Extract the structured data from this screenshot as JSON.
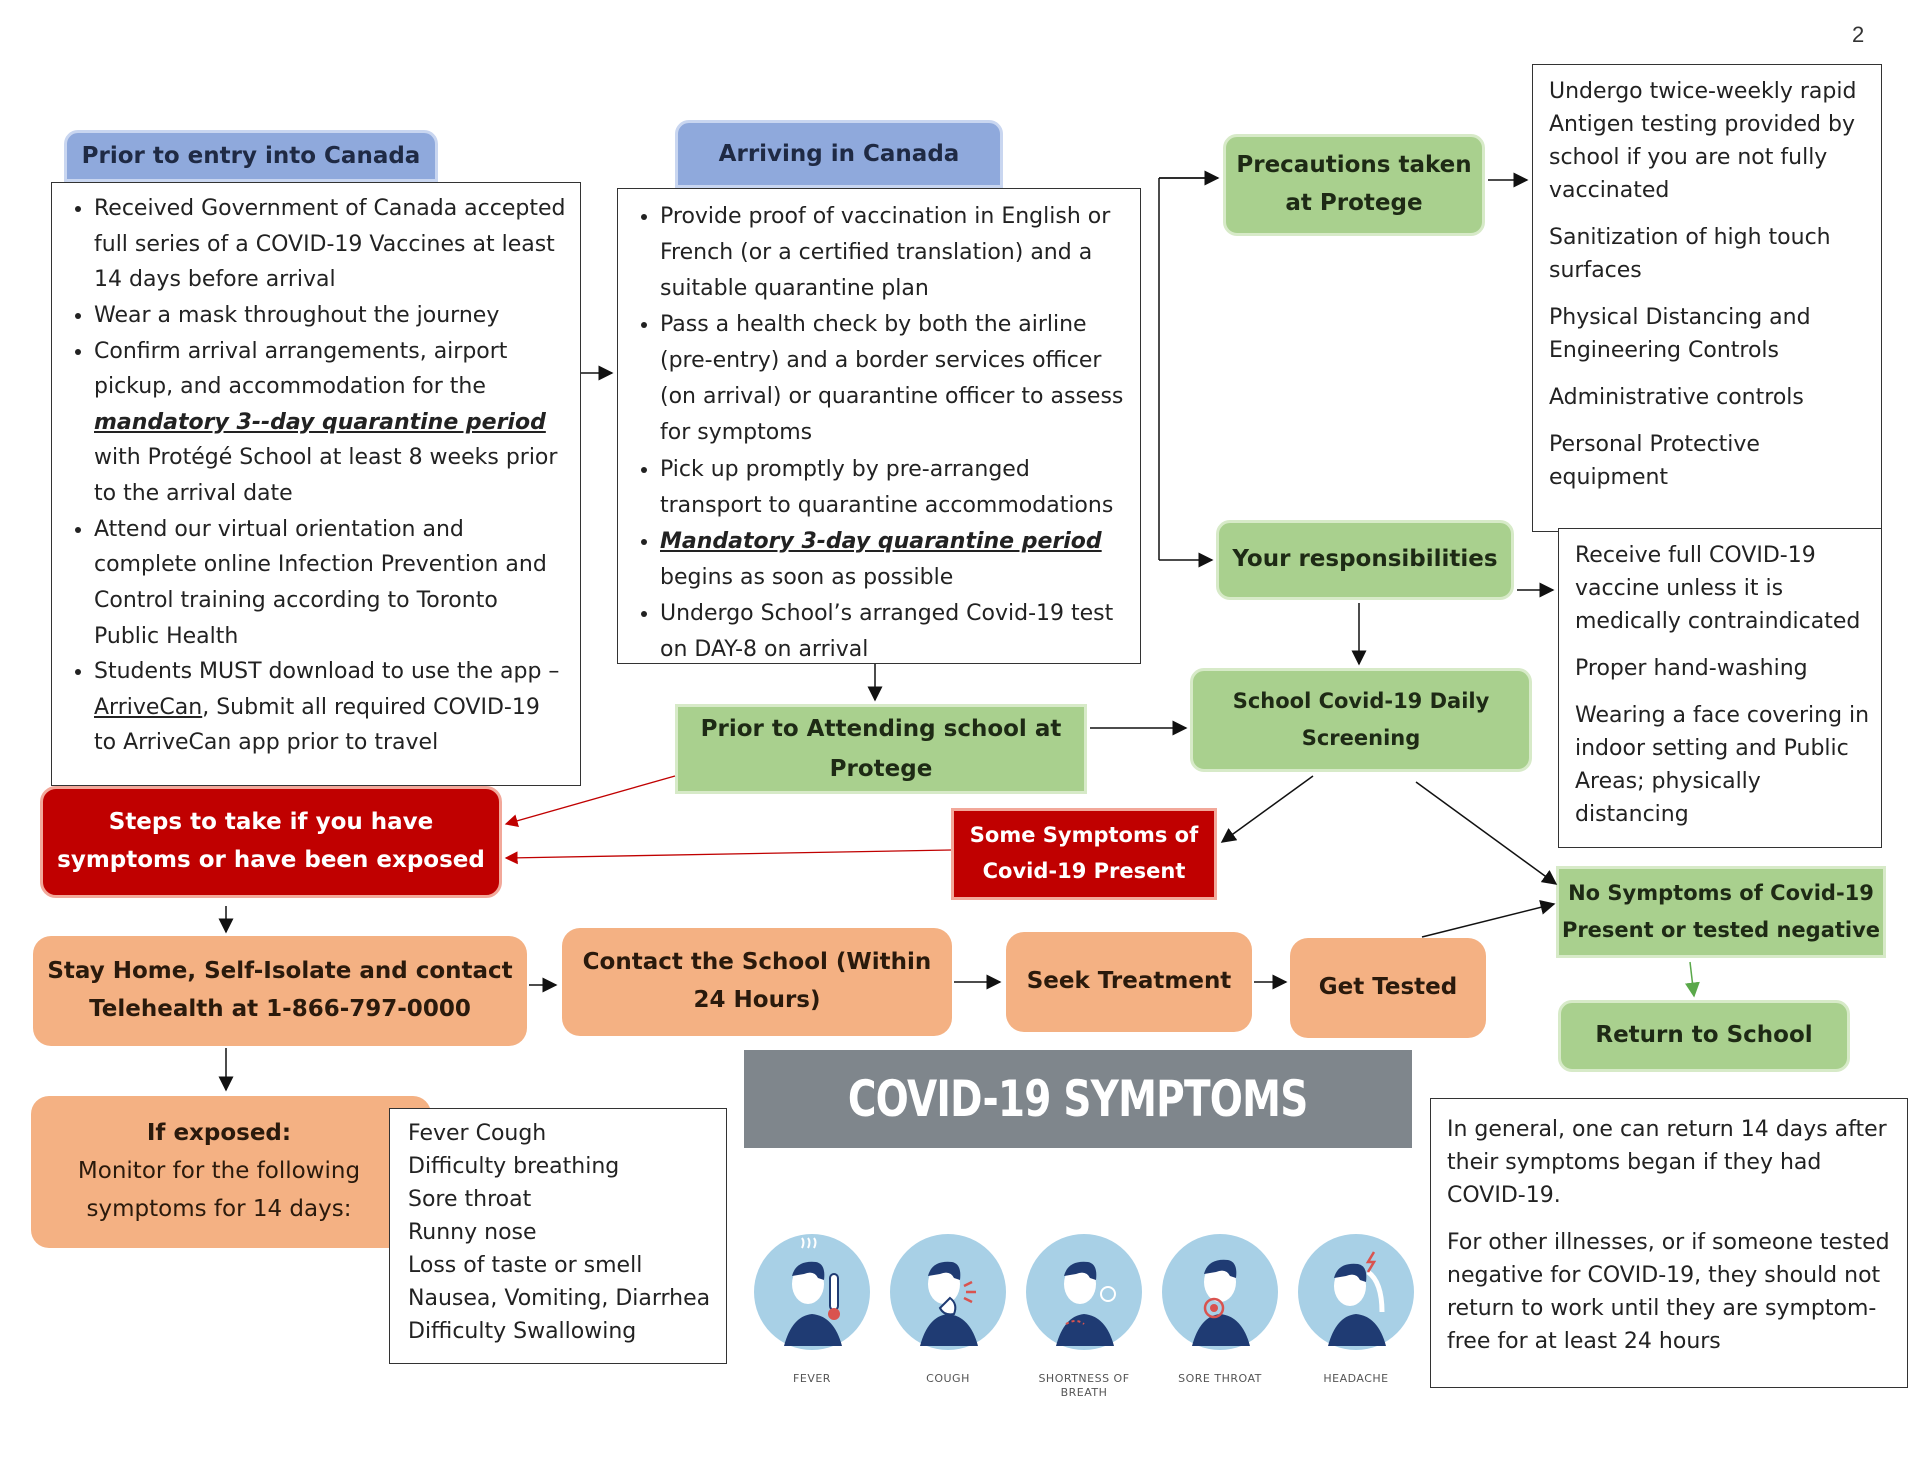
{
  "page_number": "2",
  "prior_entry": {
    "title": "Prior to entry into Canada",
    "items": [
      "Received Government of Canada accepted full series of a COVID-19 Vaccines at least 14 days before arrival",
      "Wear a mask throughout the journey",
      {
        "pre": "Confirm arrival arrangements, airport pickup, and accommodation for the ",
        "emph": "mandatory 3--day quarantine period",
        "post": " with Protégé School at least 8 weeks prior to the arrival date"
      },
      "Attend our virtual orientation and complete online Infection Prevention and Control training according to Toronto Public Health",
      {
        "pre": "Students MUST download  to use the app – ",
        "link": "ArriveCan",
        "post": ", Submit all required COVID-19 to ArriveCan app prior to travel"
      }
    ]
  },
  "arriving": {
    "title": "Arriving in Canada",
    "items": [
      "Provide proof of vaccination in English or French (or a certified translation) and a suitable quarantine plan",
      "Pass a health check by both the airline (pre-entry) and a border services officer (on arrival) or quarantine officer to assess for symptoms",
      "Pick up promptly by pre-arranged transport to quarantine accommodations",
      {
        "emph": "Mandatory 3-day quarantine period",
        "post": " begins as soon as possible"
      },
      "Undergo School’s arranged Covid-19 test on DAY-8 on arrival"
    ]
  },
  "precautions": {
    "title": "Precautions taken at Protege",
    "items": [
      "Undergo twice-weekly rapid Antigen testing provided by school if you are not fully vaccinated",
      "Sanitization of high touch surfaces",
      "Physical Distancing and Engineering Controls",
      "Administrative controls",
      "Personal Protective equipment"
    ]
  },
  "responsibilities": {
    "title": "Your responsibilities",
    "items": [
      "Receive full COVID-19 vaccine unless it is medically contraindicated",
      "Proper hand-washing",
      "Wearing a face covering in indoor setting and Public Areas; physically distancing"
    ]
  },
  "prior_attending": "Prior to Attending school at Protege",
  "daily_screening": "School Covid-19 Daily Screening",
  "steps_exposed": "Steps to take if you have symptoms or have been exposed",
  "some_symptoms": "Some Symptoms of Covid-19 Present",
  "no_symptoms": "No Symptoms of Covid-19 Present or tested negative",
  "return_school": "Return to School",
  "stay_home": "Stay Home, Self-Isolate and contact Telehealth at 1-866-797-0000",
  "contact_school": "Contact the School (Within 24 Hours)",
  "seek_treatment": "Seek Treatment",
  "get_tested": "Get Tested",
  "if_exposed": {
    "title": "If exposed:",
    "body": "Monitor for the following symptoms for 14 days:"
  },
  "monitor_list": [
    "Fever Cough",
    "Difficulty breathing",
    "Sore throat",
    "Runny nose",
    "Loss of taste or smell",
    "Nausea, Vomiting, Diarrhea",
    "Difficulty Swallowing"
  ],
  "symptoms_banner": "COVID-19 SYMPTOMS",
  "symptom_icons": [
    {
      "label": "FEVER",
      "icon": "fever-icon"
    },
    {
      "label": "COUGH",
      "icon": "cough-icon"
    },
    {
      "label": "SHORTNESS OF BREATH",
      "icon": "shortness-of-breath-icon"
    },
    {
      "label": "SORE THROAT",
      "icon": "sore-throat-icon"
    },
    {
      "label": "HEADACHE",
      "icon": "headache-icon"
    }
  ],
  "return_note": [
    "In general, one can return 14 days after their symptoms began if they had COVID-19.",
    "For other illnesses, or if someone tested negative for COVID-19, they should not return to work until they are symptom-free for at least 24 hours"
  ],
  "colors": {
    "blue": "#8fa9dc",
    "green": "#a9d08e",
    "red": "#c00000",
    "orange": "#f4b183",
    "banner": "#7f868c",
    "icon_circle": "#a8d0e6",
    "icon_navy": "#1f3b73"
  }
}
